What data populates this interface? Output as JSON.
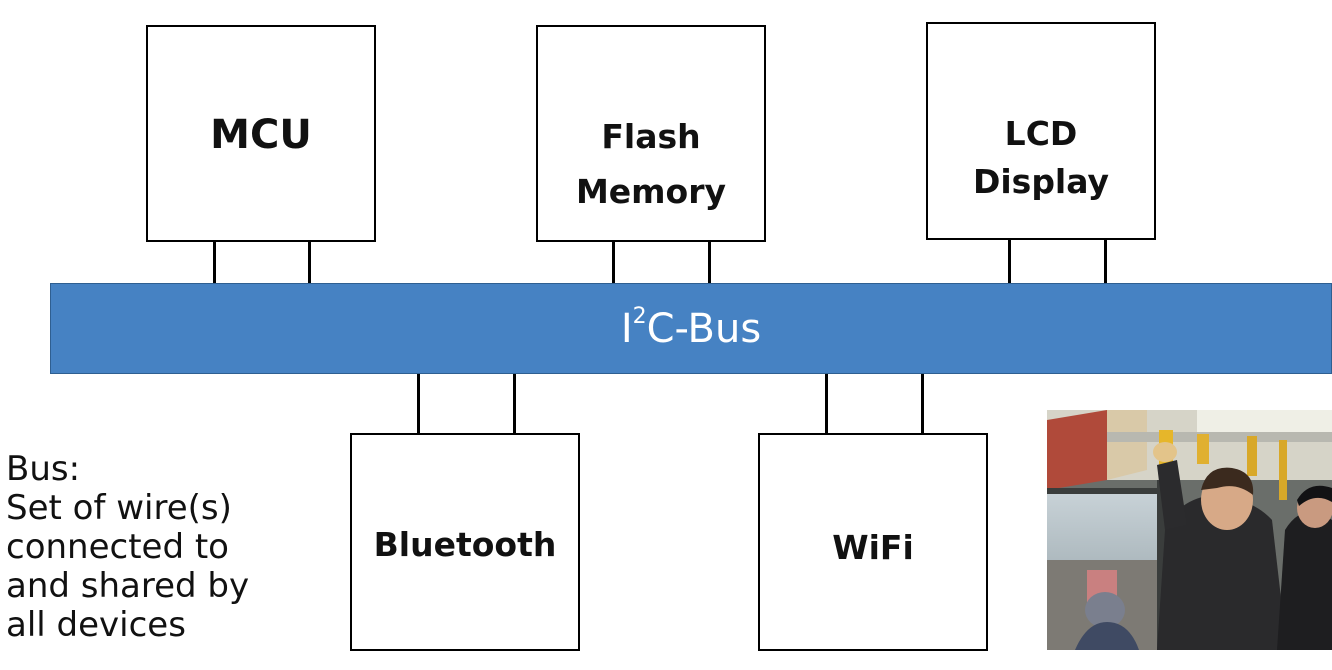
{
  "bus": {
    "prefix": "I",
    "superscript": "2",
    "suffix": "C-Bus",
    "color": "#4682c3"
  },
  "devices": {
    "mcu": "MCU",
    "flash": "Flash\nMemory",
    "lcd": "LCD\nDisplay",
    "bluetooth": "Bluetooth",
    "wifi": "WiFi"
  },
  "note": {
    "lines": [
      "Bus:",
      "Set of wire(s)",
      "connected to",
      "and shared by",
      "all devices"
    ]
  },
  "photo": {
    "subject": "passengers holding grab bars on a shared bus"
  }
}
